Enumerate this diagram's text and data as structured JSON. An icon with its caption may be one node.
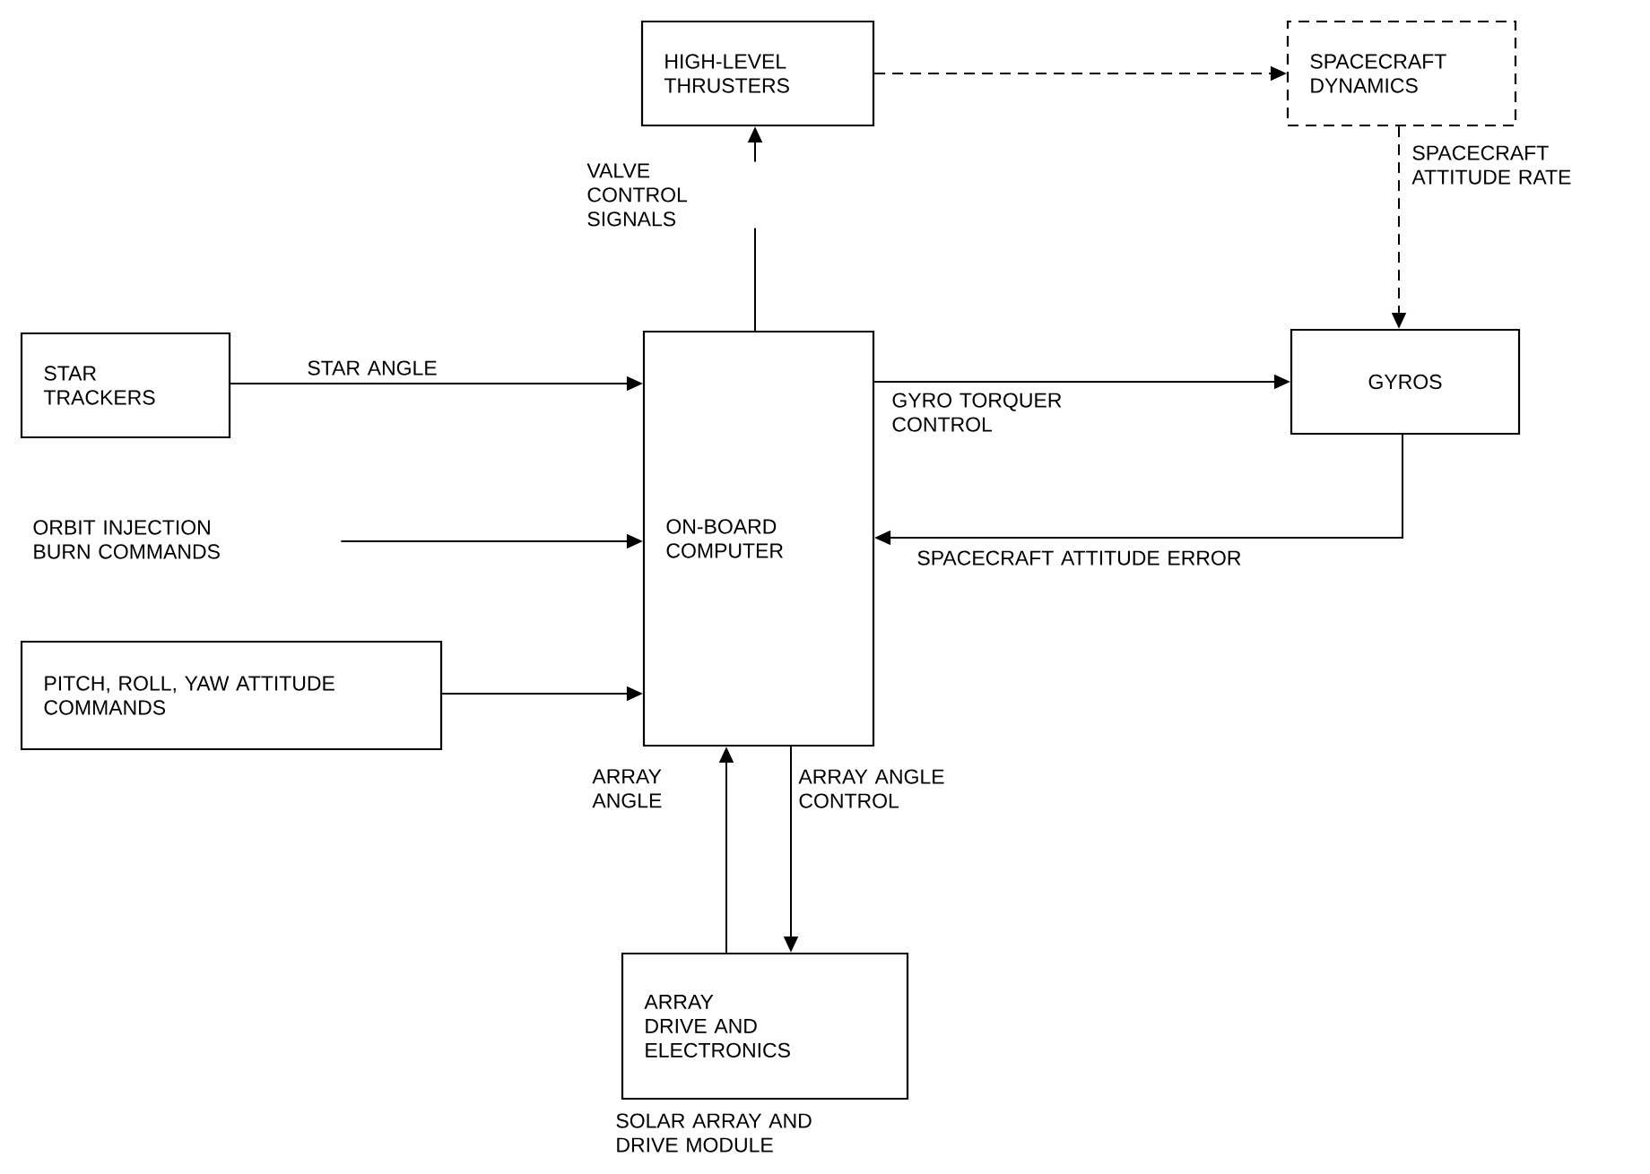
{
  "diagram": {
    "nodes": [
      {
        "text": [
          "HIGH-LEVEL THRUSTERS"
        ]
      },
      {
        "text": [
          "SPACECRAFT DYNAMICS"
        ]
      },
      {
        "text": [
          "STAR TRACKERS"
        ]
      },
      {
        "text": [
          "ON-BOARD COMPUTER"
        ]
      },
      {
        "text": [
          "GYROS"
        ]
      },
      {
        "text": [
          "ORBIT INJECTION BURN COMMANDS"
        ]
      },
      {
        "text": [
          "PITCH, ROLL, YAW ATTITUDE COMMANDS"
        ]
      },
      {
        "text": [
          "ARRAY DRIVE AND ELECTRONICS"
        ],
        "beside": [
          "SOLAR ARRAY AND DRIVE MODULE"
        ]
      }
    ],
    "edges": [
      {
        "from": 3,
        "to": 0,
        "arrow": "to",
        "label": "VALVE CONTROL SIGNALS"
      },
      {
        "from": 0,
        "to": 1,
        "arrow": "to",
        "style": "dashed"
      },
      {
        "from": 1,
        "to": 4,
        "arrow": "to",
        "style": "dashed",
        "label": "SPACECRAFT ATTITUDE RATE"
      },
      {
        "from": 2,
        "to": 3,
        "arrow": "to",
        "label": "STAR ANGLE"
      },
      {
        "from": 3,
        "to": 4,
        "arrow": "to",
        "label": "GYRO TORQUER CONTROL"
      },
      {
        "from": 4,
        "to": 3,
        "arrow": "to",
        "label": "SPACECRAFT ATTITUDE ERROR"
      },
      {
        "from": 5,
        "to": 3,
        "arrow": "to"
      },
      {
        "from": 6,
        "to": 3,
        "arrow": "to"
      },
      {
        "from": 7,
        "to": 3,
        "arrow": "to",
        "label": "ARRAY ANGLE"
      },
      {
        "from": 3,
        "to": 7,
        "arrow": "to",
        "label": "ARRAY ANGLE CONTROL"
      }
    ]
  }
}
